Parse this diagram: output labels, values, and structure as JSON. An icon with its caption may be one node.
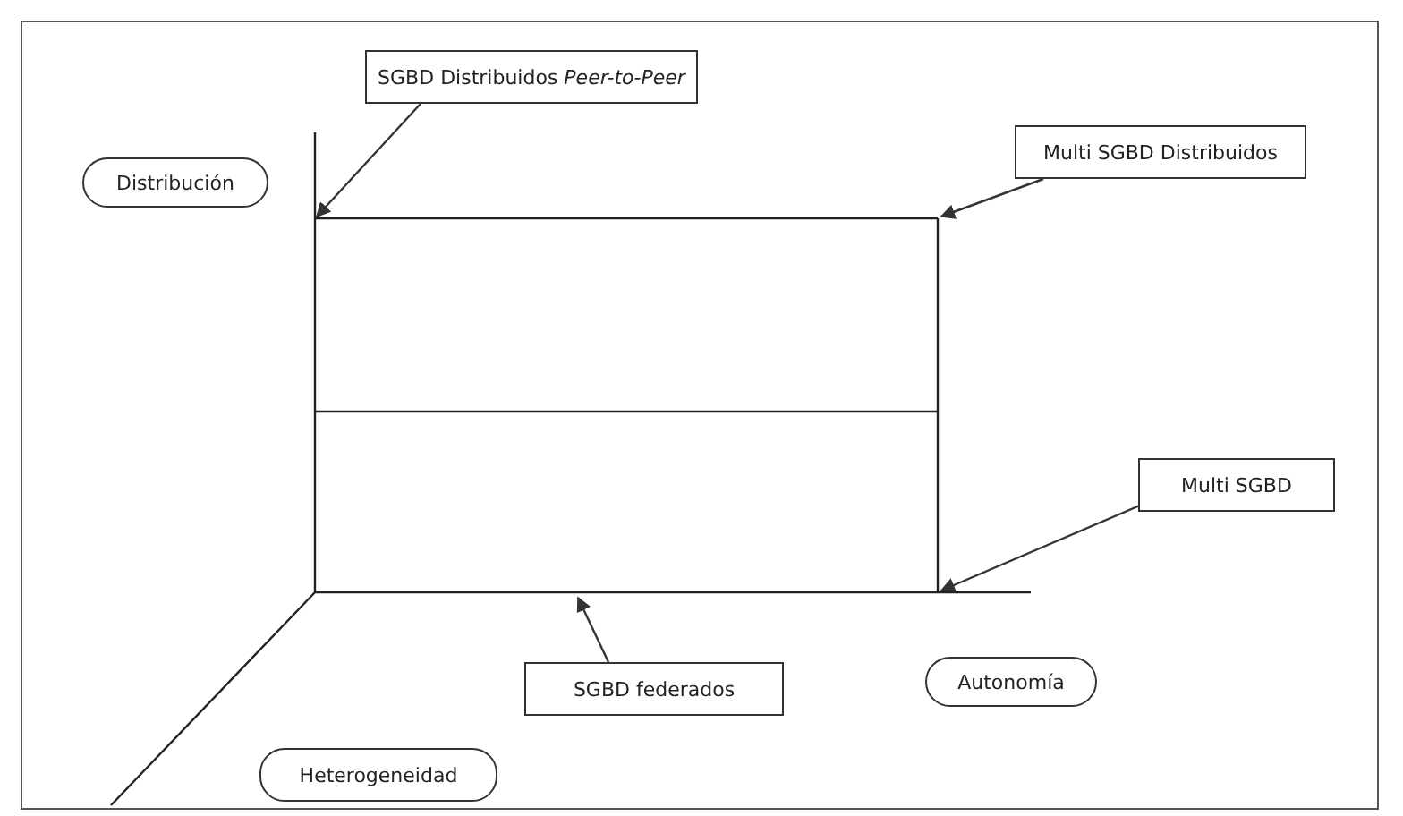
{
  "diagram": {
    "nodes": [
      {
        "text": [
          "SGBD Distribuidos *Peer-to-Peer*"
        ]
      },
      {
        "text": [
          "Multi SGBD Distribuidos"
        ]
      },
      {
        "text": [
          "Distribución"
        ]
      },
      {
        "text": [
          "Multi SGBD"
        ]
      },
      {
        "text": [
          "SGBD federados"
        ]
      },
      {
        "text": [
          "Autonomía"
        ]
      },
      {
        "text": [
          "Heterogeneidad"
        ]
      }
    ],
    "edges": [
      {
        "from": 0,
        "to": null,
        "arrow": "to"
      },
      {
        "from": 1,
        "to": null,
        "arrow": "to"
      },
      {
        "from": 3,
        "to": null,
        "arrow": "to"
      },
      {
        "from": 4,
        "to": null,
        "arrow": "to"
      }
    ]
  }
}
